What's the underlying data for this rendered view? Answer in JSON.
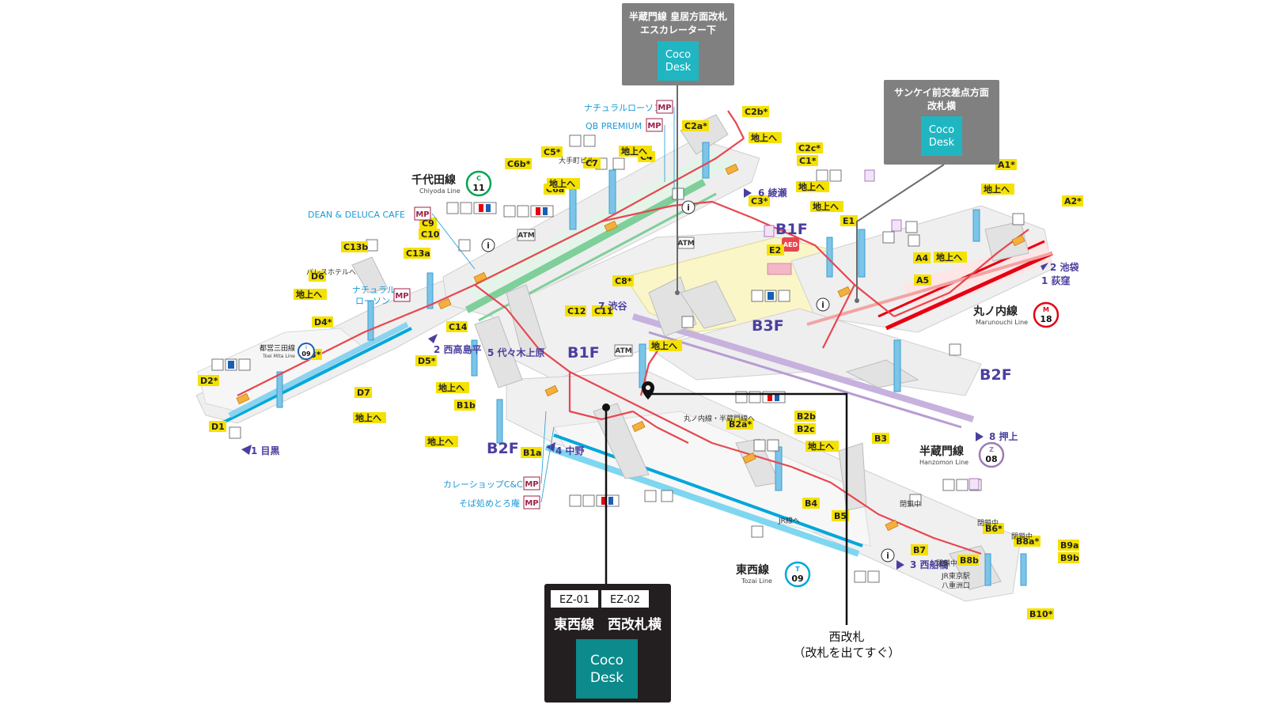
{
  "colors": {
    "chiyoda": "#00a650",
    "marunouchi": "#e60012",
    "hanzomon": "#9b7cb6",
    "tozai": "#00a7db",
    "route_red": "#e8464f",
    "exit_yellow": "#f5e100",
    "dir_purple": "#4a3f9f",
    "callout_gray": "#808080",
    "callout_dark": "#231f20",
    "coco_teal": "#0c8a8c",
    "coco_teal_light": "#1fb6c2"
  },
  "callouts": {
    "hanzomon_escalator": {
      "line1": "半蔵門線 皇居方面改札",
      "line2": "エスカレーター下",
      "coco_line1": "Coco",
      "coco_line2": "Desk"
    },
    "sankei": {
      "line1": "サンケイ前交差点方面",
      "line2": "改札横",
      "coco_line1": "Coco",
      "coco_line2": "Desk"
    },
    "tozai_west": {
      "tag1": "EZ-01",
      "tag2": "EZ-02",
      "title": "東西線　西改札横",
      "coco_line1": "Coco",
      "coco_line2": "Desk"
    },
    "west_gate": {
      "line1": "西改札",
      "line2": "（改札を出てすぐ）"
    }
  },
  "lines": {
    "chiyoda": {
      "name": "千代田線",
      "en": "Chiyoda Line",
      "letter": "C",
      "num": "11"
    },
    "marunouchi": {
      "name": "丸ノ内線",
      "en": "Marunouchi Line",
      "letter": "M",
      "num": "18"
    },
    "hanzomon": {
      "name": "半蔵門線",
      "en": "Hanzomon Line",
      "letter": "Z",
      "num": "08"
    },
    "tozai": {
      "name": "東西線",
      "en": "Tozai Line",
      "letter": "T",
      "num": "09"
    },
    "mita": {
      "name": "都営三田線",
      "en": "Toei Mita Line",
      "letter": "I",
      "num": "09"
    }
  },
  "floors": {
    "b1f_left": "B1F",
    "b1f_center": "B1F",
    "b2f_left": "B2F",
    "b2f_right": "B2F",
    "b3f": "B3F"
  },
  "exits": {
    "A1": "A1*",
    "A2": "A2*",
    "A4": "A4",
    "A5": "A5",
    "B1a": "B1a",
    "B1b": "B1b",
    "B2a": "B2a*",
    "B2b": "B2b",
    "B2c": "B2c",
    "B3": "B3",
    "B4": "B4",
    "B5": "B5",
    "B6": "B6*",
    "B7": "B7",
    "B8a": "B8a*",
    "B8b": "B8b",
    "B9a": "B9a",
    "B9b": "B9b",
    "B10": "B10*",
    "C1": "C1*",
    "C2a": "C2a*",
    "C2b": "C2b*",
    "C2c": "C2c*",
    "C3": "C3*",
    "C4": "C4",
    "C5": "C5*",
    "C6a": "C6a",
    "C6b": "C6b*",
    "C7": "C7",
    "C8": "C8*",
    "C9": "C9",
    "C10": "C10",
    "C11": "C11",
    "C12": "C12",
    "C13a": "C13a",
    "C13b": "C13b",
    "C14": "C14",
    "D1": "D1",
    "D2": "D2*",
    "D3": "D3*",
    "D4": "D4*",
    "D5": "D5*",
    "D6": "D6",
    "D7": "D7",
    "E1": "E1",
    "E2": "E2"
  },
  "to_ground": "地上へ",
  "directions": {
    "ayase": "6 綾瀬",
    "ikebukuro": "2 池袋",
    "ogikubo": "1 荻窪",
    "shibuya": "7 渋谷",
    "nishitakashimadaira": "2 西高島平",
    "yoyogiuehara": "5 代々木上原",
    "meguro": "1 目黒",
    "nakano": "4 中野",
    "oshiage": "8 押上",
    "nishifunabashi": "3 西船橋"
  },
  "shops": {
    "natural_lawson_top": "ナチュラルローソン",
    "qb_premium": "QB PREMIUM",
    "dean_deluca": "DEAN & DELUCA CAFE",
    "natural_lawson_left_1": "ナチュラル",
    "natural_lawson_left_2": "ローソン",
    "curry": "カレーショップC&C",
    "soba": "そば処めとろ庵",
    "mp": "MP"
  },
  "notes": {
    "palace_hotel": "パレスホテルへ",
    "otemachi_bldg": "大手町ビル",
    "marunouchi_hanzomon": "丸ノ内線・半蔵門線へ",
    "closed": "閉鎖中",
    "jr_tokyo_1": "JR東京駅",
    "jr_tokyo_2": "八重洲口",
    "jr_line": "JR線へ",
    "atm": "ATM",
    "aed": "AED"
  }
}
